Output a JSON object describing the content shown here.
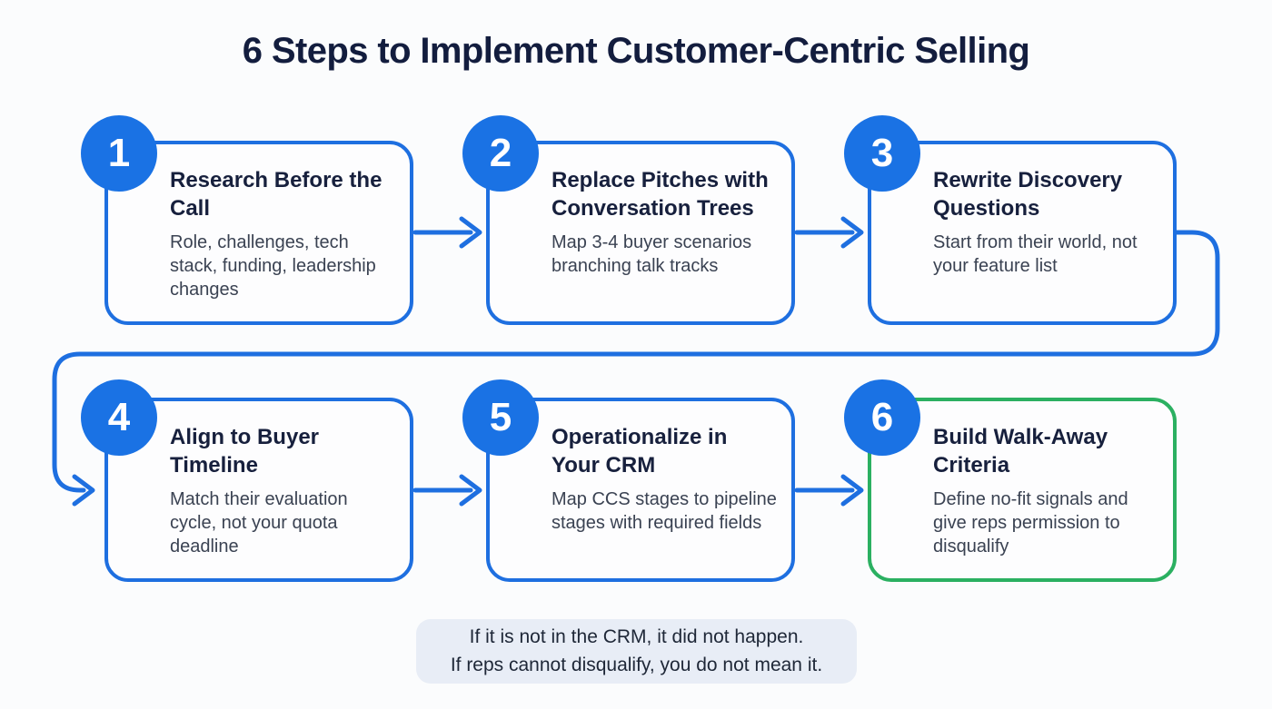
{
  "title": "6 Steps to Implement Customer-Centric Selling",
  "steps": [
    {
      "number": "1",
      "title": "Research Before the Call",
      "description": "Role, challenges, tech stack, funding, leadership changes",
      "accent": "#1e6fe0"
    },
    {
      "number": "2",
      "title": "Replace Pitches with Conversation Trees",
      "description": "Map 3-4 buyer scenarios branching talk tracks",
      "accent": "#1e6fe0"
    },
    {
      "number": "3",
      "title": "Rewrite Discovery Questions",
      "description": "Start from their world, not your feature list",
      "accent": "#1e6fe0"
    },
    {
      "number": "4",
      "title": "Align to Buyer Timeline",
      "description": "Match their evaluation cycle, not your quota deadline",
      "accent": "#1e6fe0"
    },
    {
      "number": "5",
      "title": "Operationalize in Your CRM",
      "description": "Map CCS stages to pipeline stages with required fields",
      "accent": "#1e6fe0"
    },
    {
      "number": "6",
      "title": "Build Walk-Away Criteria",
      "description": "Define no-fit signals and give reps permission to disqualify",
      "accent": "#2bb061"
    }
  ],
  "note": {
    "line1": "If it is not in the CRM, it did not happen.",
    "line2": "If reps cannot disqualify, you do not mean it."
  },
  "colors": {
    "badge_blue": "#1a72e4",
    "connector_blue": "#1e6fe0",
    "success_green": "#2bb061",
    "title_navy": "#131d3e",
    "body_text": "#3a4252",
    "note_background": "#e8edf6",
    "page_background": "#fbfcfd"
  }
}
